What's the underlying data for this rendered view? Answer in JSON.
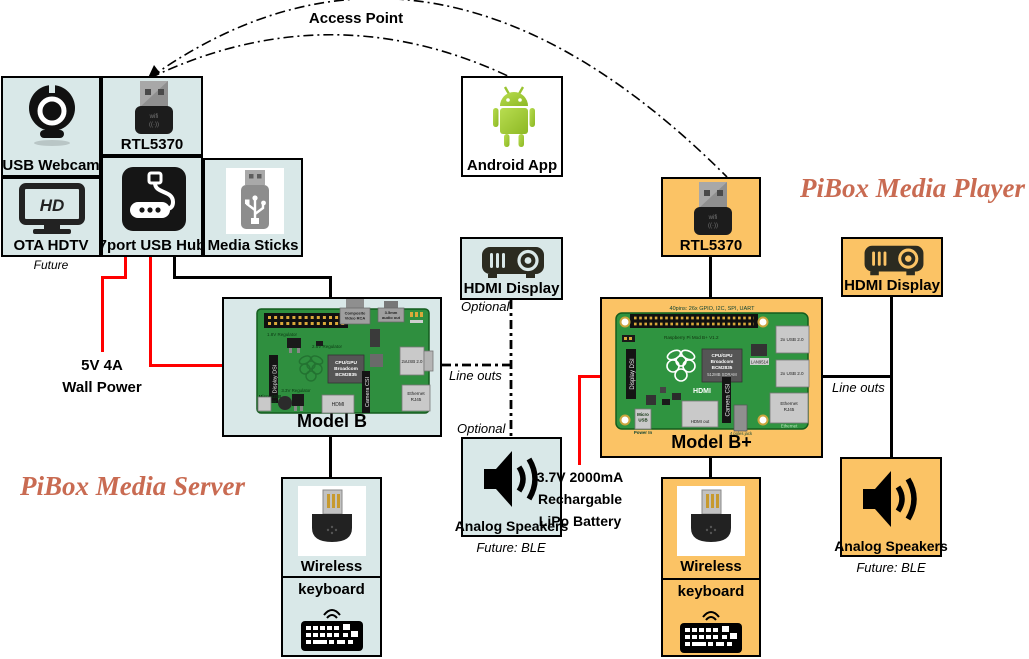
{
  "diagram": {
    "access_point_label": "Access Point",
    "server_title": "PiBox Media Server",
    "player_title": "PiBox Media Player"
  },
  "colors": {
    "server_box": "#d9e8e8",
    "player_box": "#fbc365",
    "title_text": "#c96b52",
    "power_line": "#ff0000",
    "signal_line": "#000000",
    "android_green": "#9ac431",
    "pcb_green": "#2f8f3f"
  },
  "server": {
    "usb_webcam": "USB Webcam",
    "rtl5370": "RTL5370",
    "ota_hdtv": "OTA HDTV",
    "ota_hdtv_icon_text": "HD",
    "ota_hdtv_note": "Future",
    "usb_hub": "7port USB Hub",
    "media_sticks": "Media Sticks",
    "wall_power_line1": "5V 4A",
    "wall_power_line2": "Wall Power",
    "model_b": "Model B",
    "line_outs": "Line outs",
    "hdmi_display": "HDMI Display",
    "hdmi_optional": "Optional",
    "speakers_optional": "Optional",
    "analog_speakers": "Analog Speakers",
    "speakers_note": "Future: BLE",
    "keyboard_line1": "Wireless",
    "keyboard_line2": "keyboard"
  },
  "android": {
    "label": "Android App"
  },
  "player": {
    "rtl5370": "RTL5370",
    "hdmi_display": "HDMI Display",
    "model_bplus": "Model B+",
    "line_outs": "Line outs",
    "analog_speakers": "Analog Speakers",
    "speakers_note": "Future: BLE",
    "keyboard_line1": "Wireless",
    "keyboard_line2": "keyboard",
    "battery_line1": "3.7V 2000mA",
    "battery_line2": "Rechargable",
    "battery_line3": "LiPo Battery"
  },
  "board_b": {
    "reg18": "1.8V Regulator",
    "reg28": "2.8V Regulator",
    "reg33": "3.3V Regulator",
    "composite1": "Composite",
    "composite2": "Video RCA",
    "audio1": "3.5mm",
    "audio2": "audio out",
    "cpu1": "CPU/GPU",
    "cpu2": "Broadcom",
    "cpu3": "BCM2835",
    "usb": "2xUSB 2.0",
    "eth1": "Ethernet",
    "eth2": "RJ45",
    "hdmi": "HDMI",
    "csi": "Camera CSI",
    "dsi": "Display DSI",
    "power1": "Micro-USB",
    "power2": "Power"
  },
  "board_bplus": {
    "pins": "40pins: 26x GPIO, I2C, SPI, UART",
    "rev": "Raspberry Pi Mod B+ V1.2",
    "cpu1": "CPU/GPU",
    "cpu2": "Broadcom",
    "cpu3": "BCM2835",
    "cpu4": "512MB SDRAM",
    "lan": "LAN9514",
    "usb_top": "2x USB 2.0",
    "usb_bottom": "2x USB 2.0",
    "eth1": "Ethernet",
    "eth2": "RJ45",
    "eth3": "Ethernet",
    "hdmi": "HDMI",
    "hdmi_out": "HDMI out",
    "csi": "Camera CSI",
    "dsi": "Display DSI",
    "jack": "4 poles jack",
    "power1": "Micro",
    "power2": "USB",
    "power3": "Power In"
  }
}
